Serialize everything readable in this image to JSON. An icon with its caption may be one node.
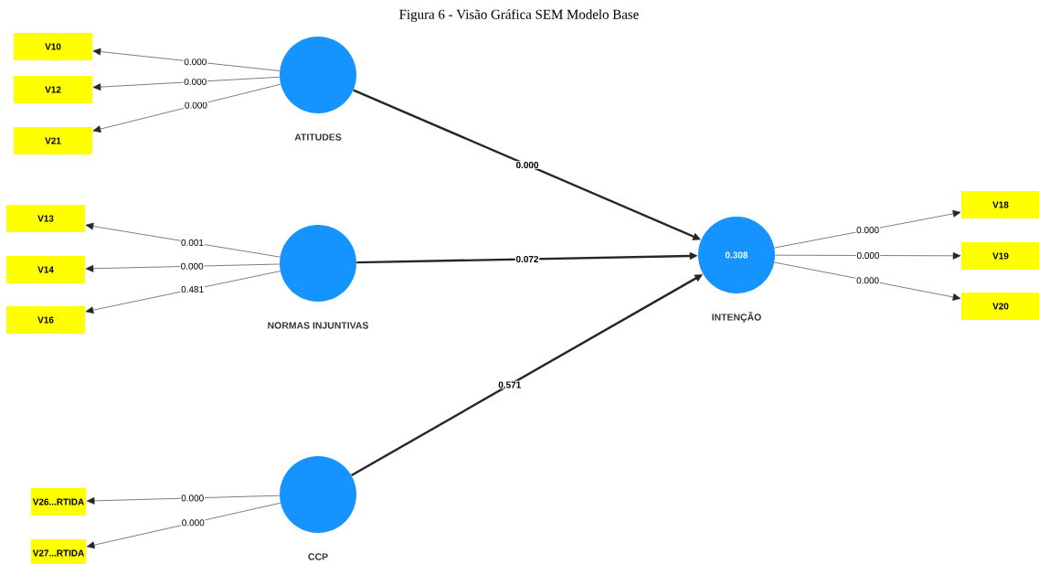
{
  "diagram": {
    "title": "Figura 6 - Visão Gráfica SEM Modelo Base",
    "nodes": [
      {
        "text": [
          "V10"
        ]
      },
      {
        "text": [
          "V12"
        ]
      },
      {
        "text": [
          "V21"
        ]
      },
      {
        "text": [
          "ATITUDES"
        ]
      },
      {
        "text": [
          "V13"
        ]
      },
      {
        "text": [
          "V14"
        ]
      },
      {
        "text": [
          "V16"
        ]
      },
      {
        "text": [
          "NORMAS INJUNTIVAS"
        ]
      },
      {
        "text": [
          "0.308",
          "INTENÇÃO"
        ]
      },
      {
        "text": [
          "V18"
        ]
      },
      {
        "text": [
          "V19"
        ]
      },
      {
        "text": [
          "V20"
        ]
      },
      {
        "text": [
          "V26...RTIDA"
        ]
      },
      {
        "text": [
          "V27...RTIDA"
        ]
      },
      {
        "text": [
          "CCP"
        ]
      }
    ],
    "edges": [
      {
        "from": 3,
        "to": 0,
        "arrow": "to",
        "label": "0.000"
      },
      {
        "from": 3,
        "to": 1,
        "arrow": "to",
        "label": "0.000"
      },
      {
        "from": 3,
        "to": 2,
        "arrow": "to",
        "label": "0.000"
      },
      {
        "from": 7,
        "to": 4,
        "arrow": "to",
        "label": "0.001"
      },
      {
        "from": 7,
        "to": 5,
        "arrow": "to",
        "label": "0.000"
      },
      {
        "from": 7,
        "to": 6,
        "arrow": "to",
        "label": "0.481"
      },
      {
        "from": 3,
        "to": 8,
        "arrow": "to",
        "label": "0.000",
        "style": "thick"
      },
      {
        "from": 7,
        "to": 8,
        "arrow": "to",
        "label": "0.072",
        "style": "thick"
      },
      {
        "from": 14,
        "to": 8,
        "arrow": "to",
        "label": "0.571",
        "style": "thick"
      },
      {
        "from": 8,
        "to": 9,
        "arrow": "to",
        "label": "0.000"
      },
      {
        "from": 8,
        "to": 10,
        "arrow": "to",
        "label": "0.000"
      },
      {
        "from": 8,
        "to": 11,
        "arrow": "to",
        "label": "0.000"
      },
      {
        "from": 14,
        "to": 12,
        "arrow": "to",
        "label": "0.000"
      },
      {
        "from": 14,
        "to": 13,
        "arrow": "to",
        "label": "0.000"
      }
    ]
  }
}
